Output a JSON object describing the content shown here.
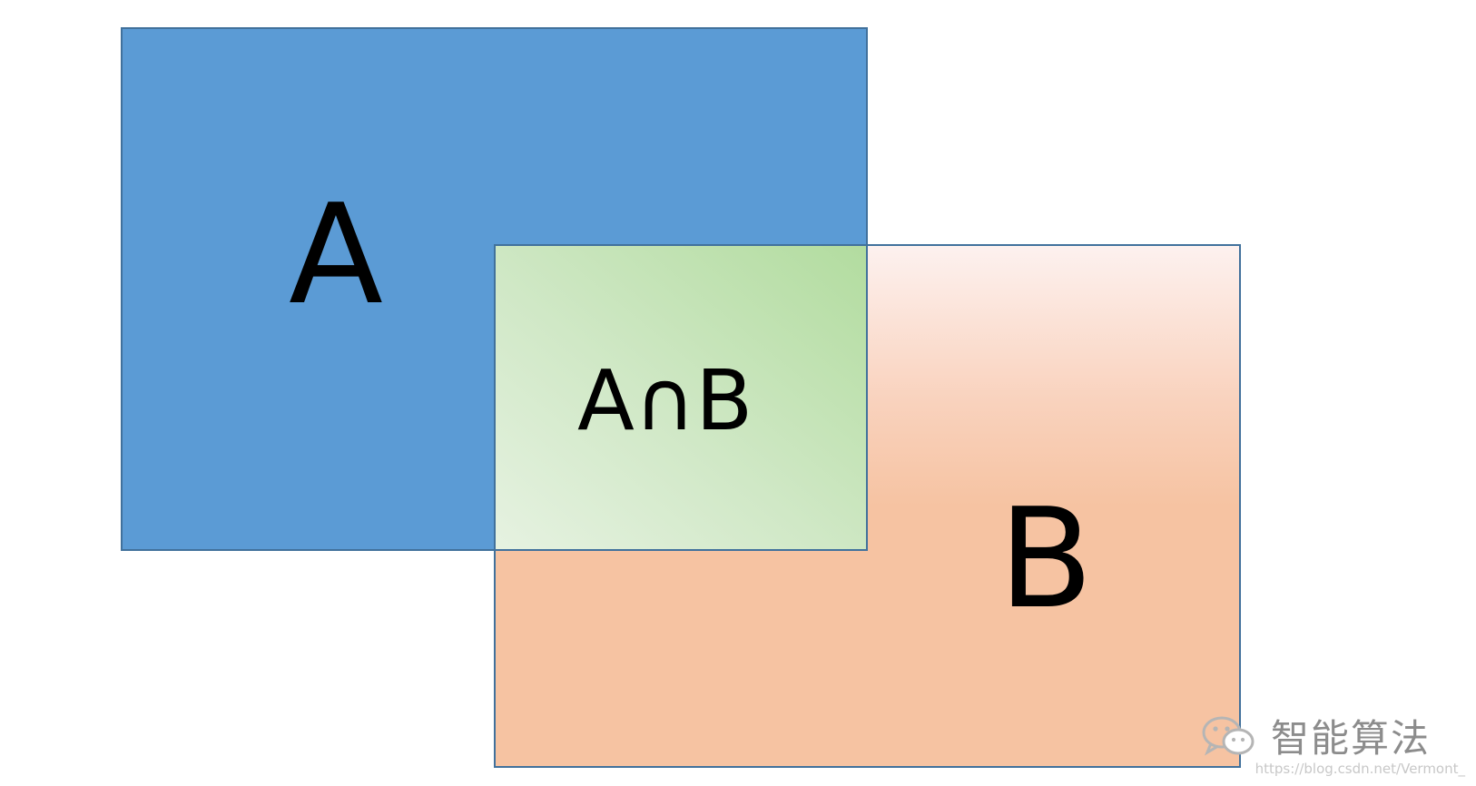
{
  "sets": {
    "a": {
      "label": "A",
      "fill": "#5b9bd5"
    },
    "b": {
      "label": "B",
      "fill": "#f6c3a2"
    },
    "intersection": {
      "label": "A∩B",
      "fill": "#c9e6bc"
    },
    "border": "#41719c"
  },
  "watermark": {
    "text": "智能算法",
    "icon": "wechat-icon",
    "url": "https://blog.csdn.net/Vermont_"
  }
}
